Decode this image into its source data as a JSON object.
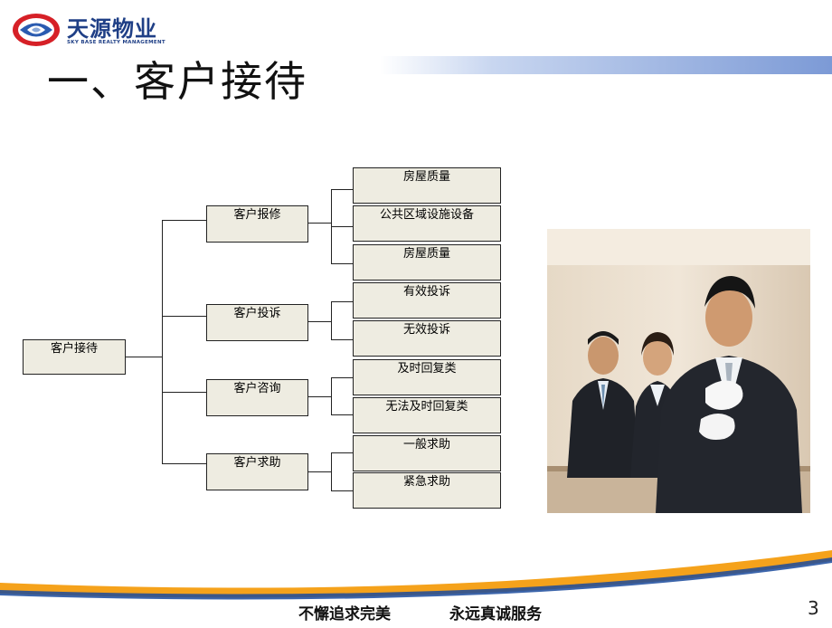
{
  "logo": {
    "name": "天源物业",
    "subtitle": "SKY BASE REALTY MANAGEMENT"
  },
  "title": "一、客户接待",
  "tree": {
    "root": "客户接待",
    "branches": [
      {
        "label": "客户报修",
        "leaves": [
          "房屋质量",
          "公共区域设施设备",
          "房屋质量"
        ]
      },
      {
        "label": "客户投诉",
        "leaves": [
          "有效投诉",
          "无效投诉"
        ]
      },
      {
        "label": "客户咨询",
        "leaves": [
          "及时回复类",
          "无法及时回复类"
        ]
      },
      {
        "label": "客户求助",
        "leaves": [
          "一般求助",
          "紧急求助"
        ]
      }
    ]
  },
  "photo": {
    "description_icon": "staff-photo"
  },
  "footer": {
    "slogan_left": "不懈追求完美",
    "slogan_right": "永远真诚服务",
    "page_number": "3"
  },
  "colors": {
    "brand": "#1f3f86",
    "box_fill": "#eeece1",
    "wave_orange": "#f5a21b",
    "wave_blue": "#1a4a9c"
  }
}
